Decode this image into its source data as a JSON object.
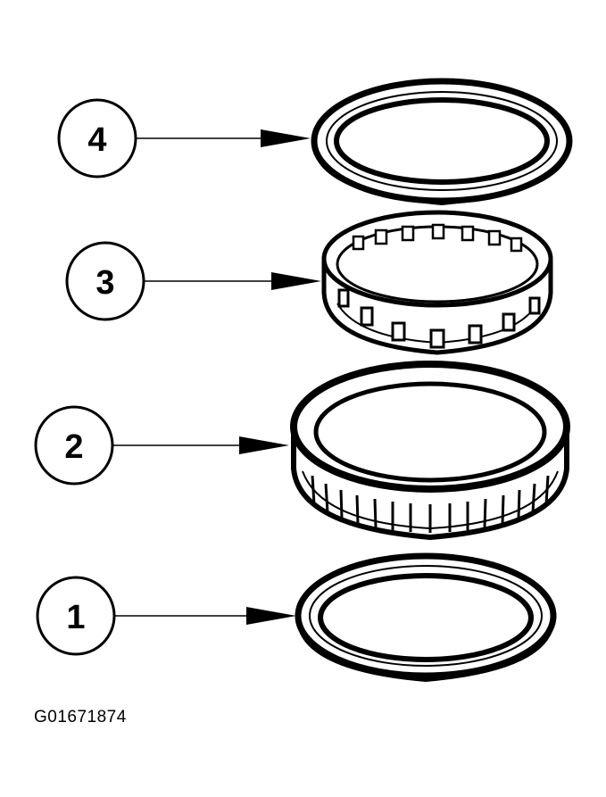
{
  "callouts": [
    {
      "label": "4",
      "part": "seal-ring"
    },
    {
      "label": "3",
      "part": "roller-bearing"
    },
    {
      "label": "2",
      "part": "bearing-race"
    },
    {
      "label": "1",
      "part": "seal-ring"
    }
  ],
  "figure_id": "G01671874",
  "colors": {
    "line": "#000000",
    "background": "#ffffff"
  }
}
